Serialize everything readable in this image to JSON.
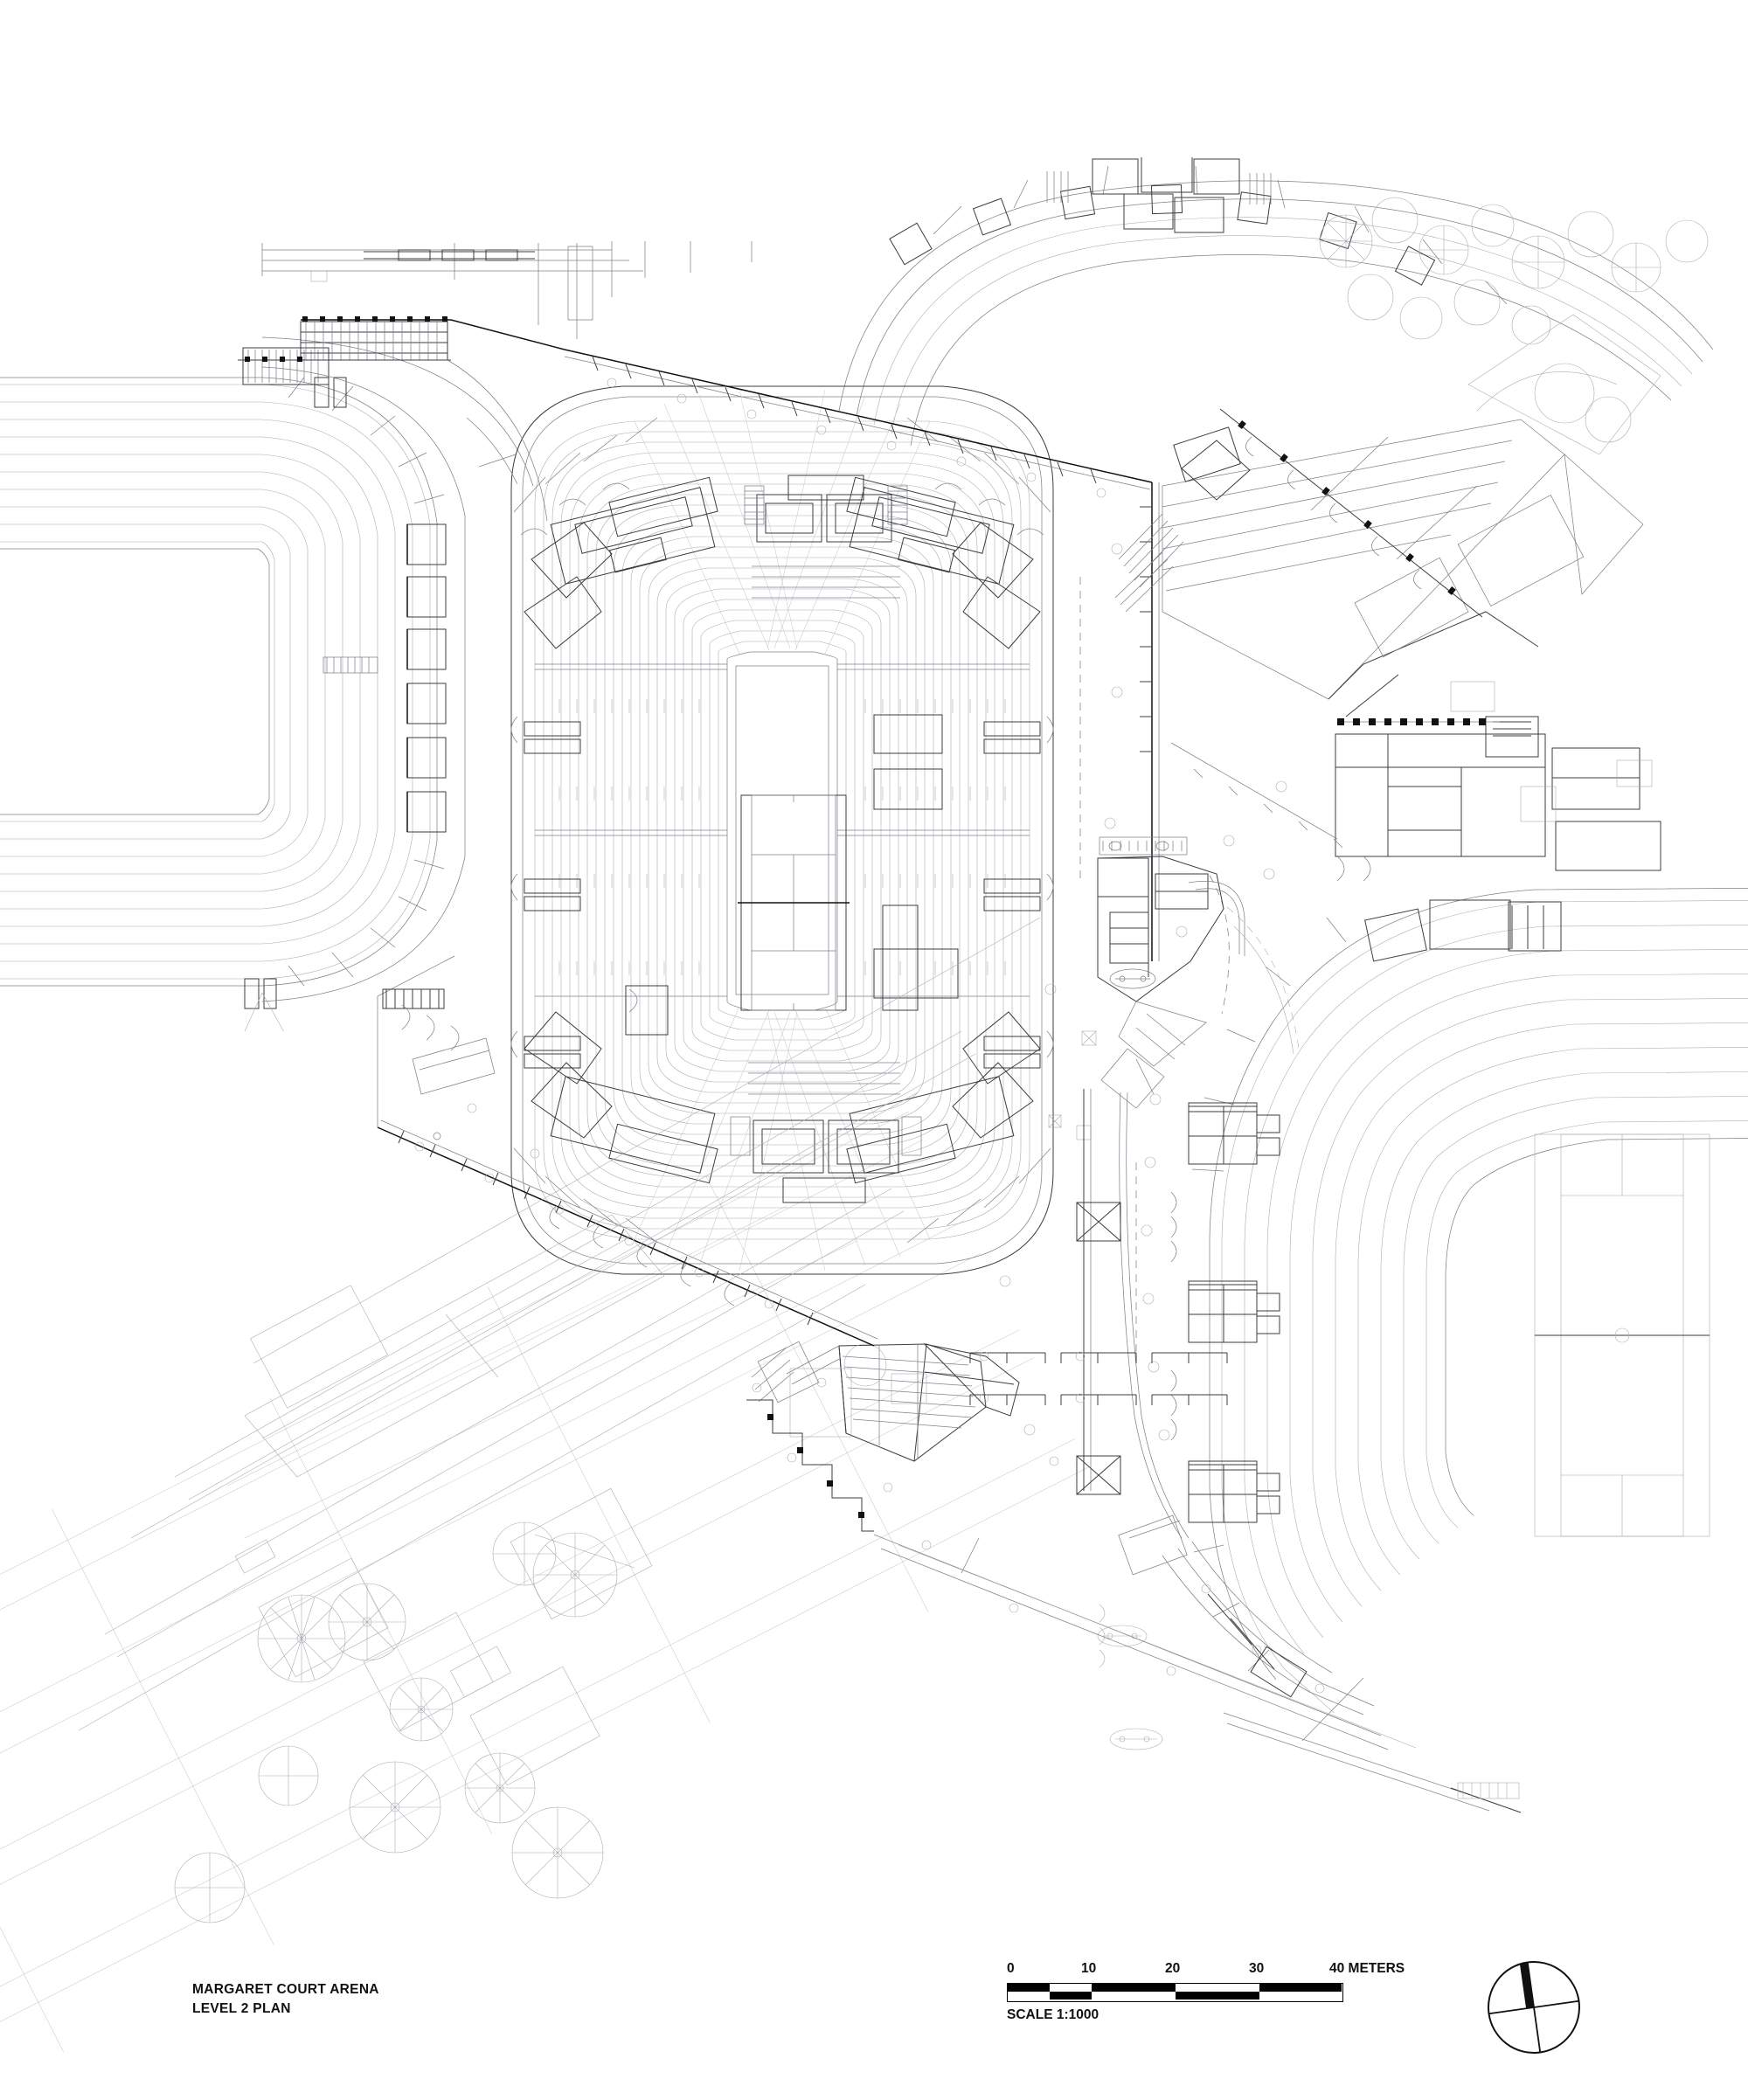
{
  "sheet": {
    "background": "#ffffff",
    "line_color": "#1a1a1a",
    "light_line_color": "#b9bcc0",
    "mid_line_color": "#8d9298"
  },
  "title_block": {
    "project": "MARGARET COURT ARENA",
    "drawing": "LEVEL 2 PLAN"
  },
  "scale_block": {
    "caption": "SCALE 1:1000",
    "ticks": [
      "0",
      "10",
      "20",
      "30",
      "40 METERS"
    ],
    "divisions": 5,
    "unit_label": "METERS"
  },
  "north_arrow": {
    "name": "north-arrow",
    "rotation_deg": -8
  },
  "drawing": {
    "type": "architectural-floor-plan",
    "discipline": "architecture",
    "level": "Level 2",
    "main_venue": {
      "name": "Margaret Court Arena",
      "bowl_shape": "rounded-rectangle",
      "seating_tiers": 26,
      "court": {
        "surface": "tennis",
        "lines": [
          "doubles-sideline",
          "singles-sideline",
          "service-line",
          "net-line",
          "centre-mark"
        ]
      }
    },
    "adjacent_venues": [
      {
        "name": "west-arena-partial",
        "position": "left-edge",
        "cut_off": true
      },
      {
        "name": "east-arena-partial",
        "position": "right-edge",
        "cut_off": true,
        "has_court": true
      },
      {
        "name": "north-show-court-arc",
        "position": "top",
        "cut_off": true
      }
    ],
    "site_elements": [
      "pedestrian-concourse",
      "entry-plaza-stairs",
      "ramps",
      "tree-canopies",
      "bollard-line",
      "site-boundary-dashed",
      "service-buildings"
    ]
  }
}
